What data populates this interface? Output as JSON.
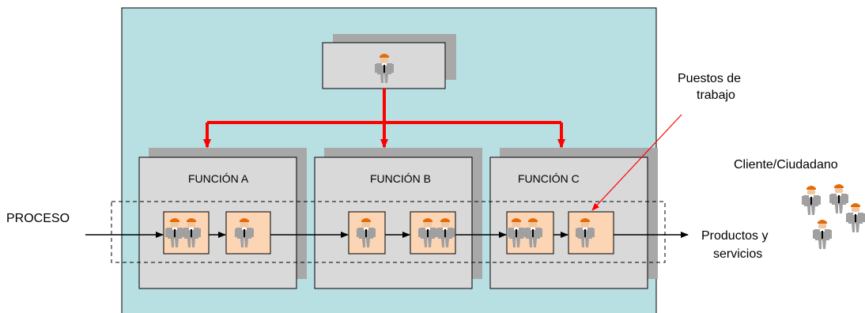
{
  "labels": {
    "process": "PROCESO",
    "function_a": "FUNCIÓN A",
    "function_b": "FUNCIÓN B",
    "function_c": "FUNCIÓN C",
    "job_positions_line1": "Puestos de",
    "job_positions_line2": "trabajo",
    "client": "Cliente/Ciudadano",
    "output_line1": "Productos y",
    "output_line2": "servicios"
  },
  "colors": {
    "organization_background": "#b8e0e3",
    "box_fill": "#d9d9d9",
    "box_shadow": "#a8a8a8",
    "job_box_fill": "#fcd5b4",
    "hierarchy_arrow": "#ff0000",
    "annotation_arrow": "#ff0000",
    "worker_helmet": "#e36c0a",
    "worker_body": "#a0a0a0"
  },
  "icons": {
    "worker": "worker-icon"
  }
}
